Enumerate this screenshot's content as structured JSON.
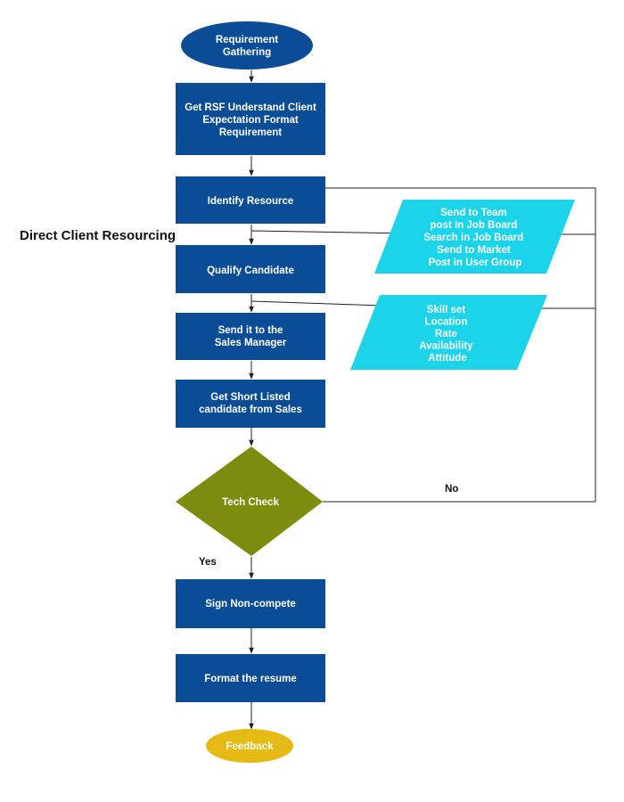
{
  "diagram": {
    "side_title": "Direct Client Resourcing",
    "colors": {
      "process": "#0a4c96",
      "start_ellipse": "#0a4c96",
      "decision": "#7d8c0e",
      "end_ellipse": "#e6ba14",
      "parallelogram": "#1cd4ea",
      "text_light": "#ffffff",
      "line": "#222222"
    },
    "nodes": {
      "start": {
        "shape": "ellipse",
        "lines": [
          "Requirement",
          "Gathering"
        ]
      },
      "get_rsf": {
        "shape": "rect",
        "lines": [
          "Get RSF Understand Client",
          "Expectation Format",
          "Requirement"
        ]
      },
      "identify": {
        "shape": "rect",
        "lines": [
          "Identify Resource"
        ]
      },
      "qualify": {
        "shape": "rect",
        "lines": [
          "Qualify Candidate"
        ]
      },
      "send_sales": {
        "shape": "rect",
        "lines": [
          "Send it to the",
          "Sales Manager"
        ]
      },
      "shortlist": {
        "shape": "rect",
        "lines": [
          "Get Short Listed",
          "candidate from Sales"
        ]
      },
      "tech_check": {
        "shape": "diamond",
        "lines": [
          "Tech Check"
        ]
      },
      "sign": {
        "shape": "rect",
        "lines": [
          "Sign Non-compete"
        ]
      },
      "format": {
        "shape": "rect",
        "lines": [
          "Format the resume"
        ]
      },
      "feedback": {
        "shape": "ellipse",
        "lines": [
          "Feedback"
        ]
      },
      "sourcing_channels": {
        "shape": "parallelogram",
        "lines": [
          "Send to Team",
          "post in Job Board",
          "Search in Job Board",
          "Send to Market",
          "Post in User Group"
        ]
      },
      "screening_criteria": {
        "shape": "parallelogram",
        "lines": [
          "Skill set",
          "Location",
          "Rate",
          "Availability",
          "Attitude"
        ]
      }
    },
    "edge_labels": {
      "yes": "Yes",
      "no": "No"
    }
  }
}
